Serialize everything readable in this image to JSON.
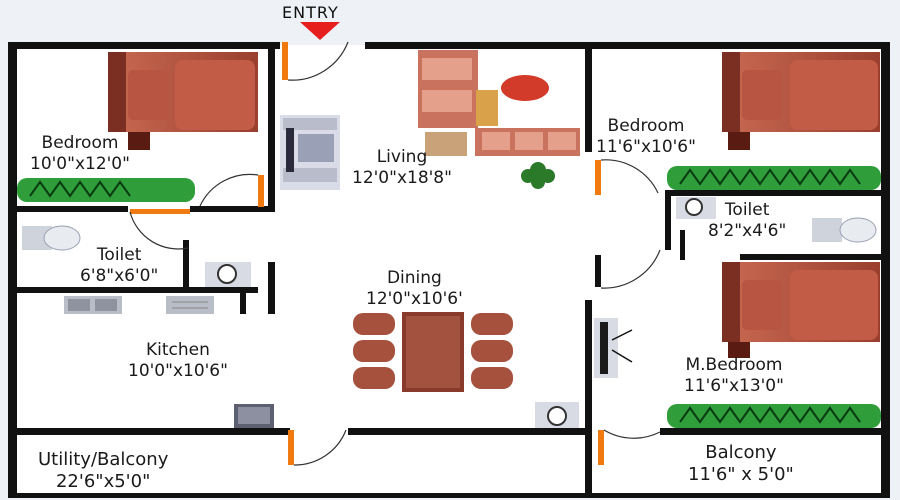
{
  "entry": {
    "label": "ENTRY"
  },
  "rooms": {
    "bedroom_left": {
      "name": "Bedroom",
      "size": "10'0\"x12'0\""
    },
    "toilet_left": {
      "name": "Toilet",
      "size": "6'8\"x6'0\""
    },
    "kitchen": {
      "name": "Kitchen",
      "size": "10'0\"x10'6\""
    },
    "utility": {
      "name": "Utility/Balcony",
      "size": "22'6\"x5'0\""
    },
    "living": {
      "name": "Living",
      "size": "12'0\"x18'8\""
    },
    "dining": {
      "name": "Dining",
      "size": "12'0\"x10'6'"
    },
    "bedroom_right": {
      "name": "Bedroom",
      "size": "11'6\"x10'6\""
    },
    "toilet_right": {
      "name": "Toilet",
      "size": "8'2\"x4'6\""
    },
    "master_bedroom": {
      "name": "M.Bedroom",
      "size": "11'6\"x13'0\""
    },
    "balcony": {
      "name": "Balcony",
      "size": "11'6\" x 5'0\""
    }
  },
  "colors": {
    "wall": "#111111",
    "door": "#f07a10",
    "balcony_rail": "#2f9e3a",
    "furniture": "#a84a38",
    "floor": "#ffffff"
  }
}
